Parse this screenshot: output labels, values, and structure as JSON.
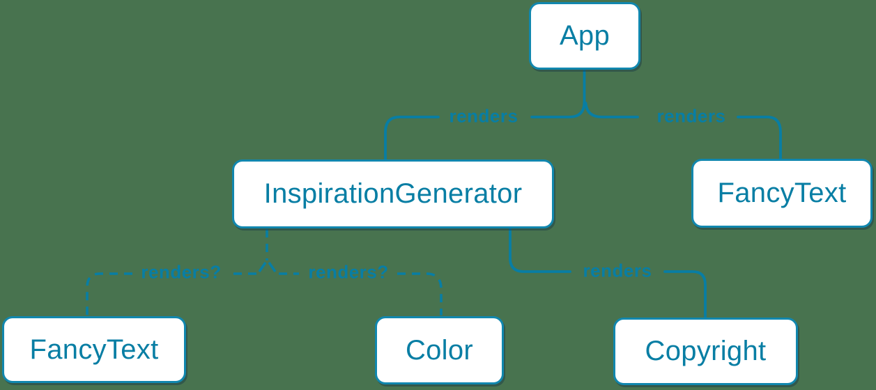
{
  "diagram": {
    "type": "component-tree",
    "nodes": [
      {
        "id": "app",
        "label": "App"
      },
      {
        "id": "inspiration-generator",
        "label": "InspirationGenerator"
      },
      {
        "id": "fancy-text-top",
        "label": "FancyText"
      },
      {
        "id": "fancy-text-bottom",
        "label": "FancyText"
      },
      {
        "id": "color",
        "label": "Color"
      },
      {
        "id": "copyright",
        "label": "Copyright"
      }
    ],
    "edges": [
      {
        "from": "App",
        "to": "InspirationGenerator",
        "label": "renders",
        "style": "solid"
      },
      {
        "from": "App",
        "to": "FancyText",
        "label": "renders",
        "style": "solid"
      },
      {
        "from": "InspirationGenerator",
        "to": "FancyText",
        "label": "renders?",
        "style": "dashed"
      },
      {
        "from": "InspirationGenerator",
        "to": "Color",
        "label": "renders?",
        "style": "dashed"
      },
      {
        "from": "InspirationGenerator",
        "to": "Copyright",
        "label": "renders",
        "style": "solid"
      }
    ],
    "colors": {
      "accent": "#087ea4",
      "node_background": "#ffffff",
      "background": "#48734f"
    }
  }
}
